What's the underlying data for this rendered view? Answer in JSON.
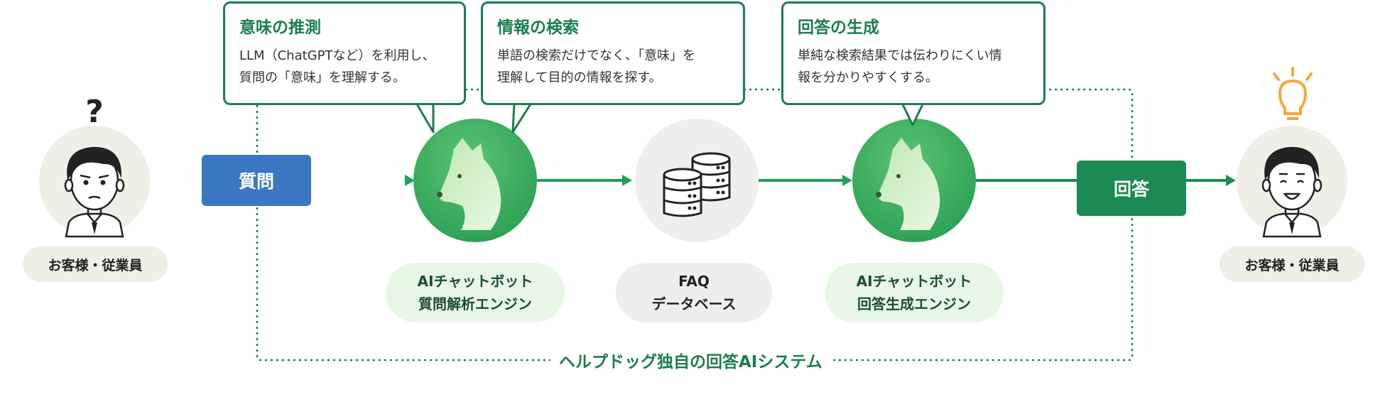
{
  "persons": {
    "left_label": "お客様・従業員",
    "right_label": "お客様・従業員",
    "question_mark": "?"
  },
  "flow": {
    "question_label": "質問",
    "answer_label": "回答"
  },
  "callouts": [
    {
      "title": "意味の推測",
      "line1": "LLM（ChatGPTなど）を利用し、",
      "line2": "質問の「意味」を理解する。"
    },
    {
      "title": "情報の検索",
      "line1": "単語の検索だけでなく、「意味」を",
      "line2": "理解して目的の情報を探す。"
    },
    {
      "title": "回答の生成",
      "line1": "単純な検索結果では伝わりにくい情",
      "line2": "報を分かりやすくする。"
    }
  ],
  "nodes": {
    "engine1": {
      "line1": "AIチャットボット",
      "line2": "質問解析エンジン"
    },
    "database": {
      "line1": "FAQ",
      "line2": "データベース"
    },
    "engine2": {
      "line1": "AIチャットボット",
      "line2": "回答生成エンジン"
    }
  },
  "system_label": "ヘルプドッグ独自の回答AIシステム",
  "colors": {
    "brand_green": "#1b7d50",
    "arrow_green": "#20a05a",
    "question_blue": "#3a78c4",
    "node_fill": "#e8f6e6",
    "person_bg": "#efeee7",
    "db_bg": "#eeeeee",
    "bulb": "#f2a93b"
  },
  "icons": [
    "dog-icon",
    "database-icon",
    "person-icon",
    "lightbulb-icon",
    "question-mark-icon"
  ]
}
